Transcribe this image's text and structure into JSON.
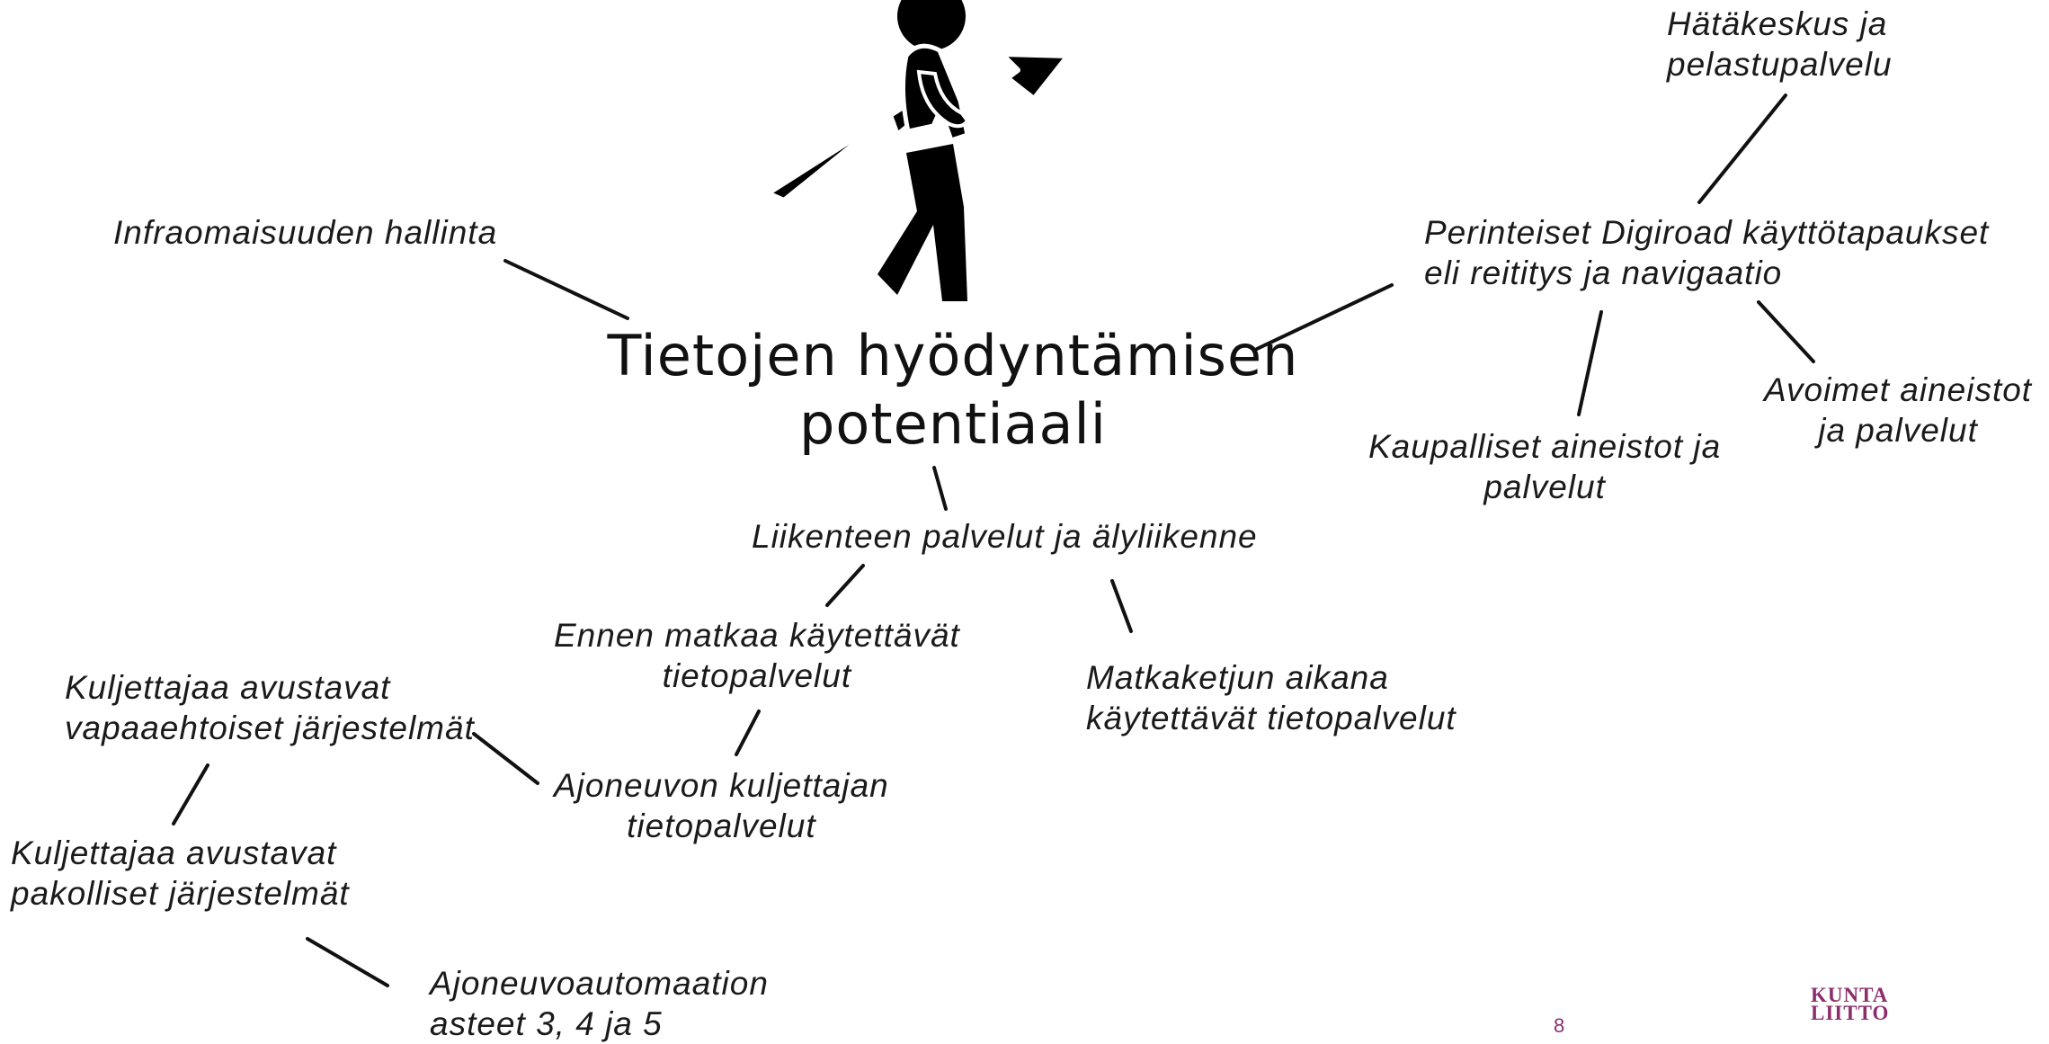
{
  "center_title": [
    "Tietojen hyödyntämisen",
    "potentiaali"
  ],
  "nodes": {
    "infra": [
      "Infraomaisuuden hallinta"
    ],
    "hatakeskus": [
      "Hätäkeskus ja",
      "pelastupalvelu"
    ],
    "perinteiset": [
      "Perinteiset Digiroad käyttötapaukset",
      "eli reititys ja navigaatio"
    ],
    "avoimet": [
      "Avoimet aineistot",
      "ja palvelut"
    ],
    "kaupalliset": [
      "Kaupalliset aineistot ja",
      "palvelut"
    ],
    "liikenteen": [
      "Liikenteen palvelut ja älyliikenne"
    ],
    "ennen": [
      "Ennen matkaa käytettävät",
      "tietopalvelut"
    ],
    "matkaketjun": [
      "Matkaketjun aikana",
      "käytettävät tietopalvelut"
    ],
    "vapaaehtoiset": [
      "Kuljettajaa avustavat",
      "vapaaehtoiset järjestelmät"
    ],
    "ajoneuvon": [
      "Ajoneuvon kuljettajan",
      "tietopalvelut"
    ],
    "pakolliset": [
      "Kuljettajaa avustavat",
      "pakolliset järjestelmät"
    ],
    "automaatio": [
      "Ajoneuvoautomaation",
      "asteet 3, 4 ja 5"
    ]
  },
  "page_number": "8",
  "logo_text": [
    "KUNTA",
    "LIITTO"
  ],
  "colors": {
    "text": "#1a1a1a",
    "line": "#111111",
    "icon": "#000000",
    "brand": "#8a2e6d"
  },
  "icon": "person-carrying-upward-arrow-icon"
}
